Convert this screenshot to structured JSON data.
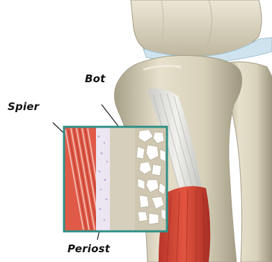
{
  "labels": {
    "bot": "Bot",
    "spier": "Spier",
    "periost": "Periost"
  },
  "colors": {
    "background": "#ffffff",
    "bone": "#e8e2cf",
    "cartilage": "#cfe3ee",
    "muscle": "#d8483a",
    "inset_border": "#2f8f86",
    "label_text": "#111111"
  },
  "icons": {
    "illustration": "knee-bone-illustration",
    "inset": "tissue-cross-section-magnifier"
  }
}
